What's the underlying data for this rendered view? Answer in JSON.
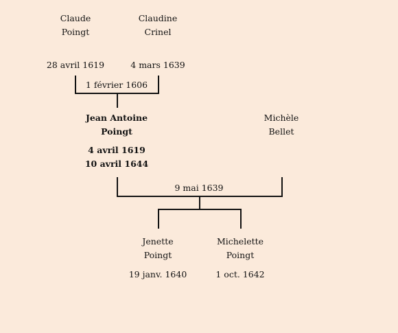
{
  "parents_top": {
    "father": {
      "first": "Claude",
      "last": "Poingt",
      "date": "28 avril 1619"
    },
    "mother": {
      "first": "Claudine",
      "last": "Crinel",
      "date": "4 mars 1639"
    },
    "marriage_date": "1 février 1606"
  },
  "main_person": {
    "first": "Jean Antoine",
    "last": "Poingt",
    "date1": "4 avril 1619",
    "date2": "10 avril 1644"
  },
  "spouse": {
    "first": "Michèle",
    "last": "Bellet"
  },
  "marriage2_date": "9 mai 1639",
  "children": [
    {
      "first": "Jenette",
      "last": "Poingt",
      "date": "19 janv. 1640"
    },
    {
      "first": "Michelette",
      "last": "Poingt",
      "date": "1 oct. 1642"
    }
  ]
}
